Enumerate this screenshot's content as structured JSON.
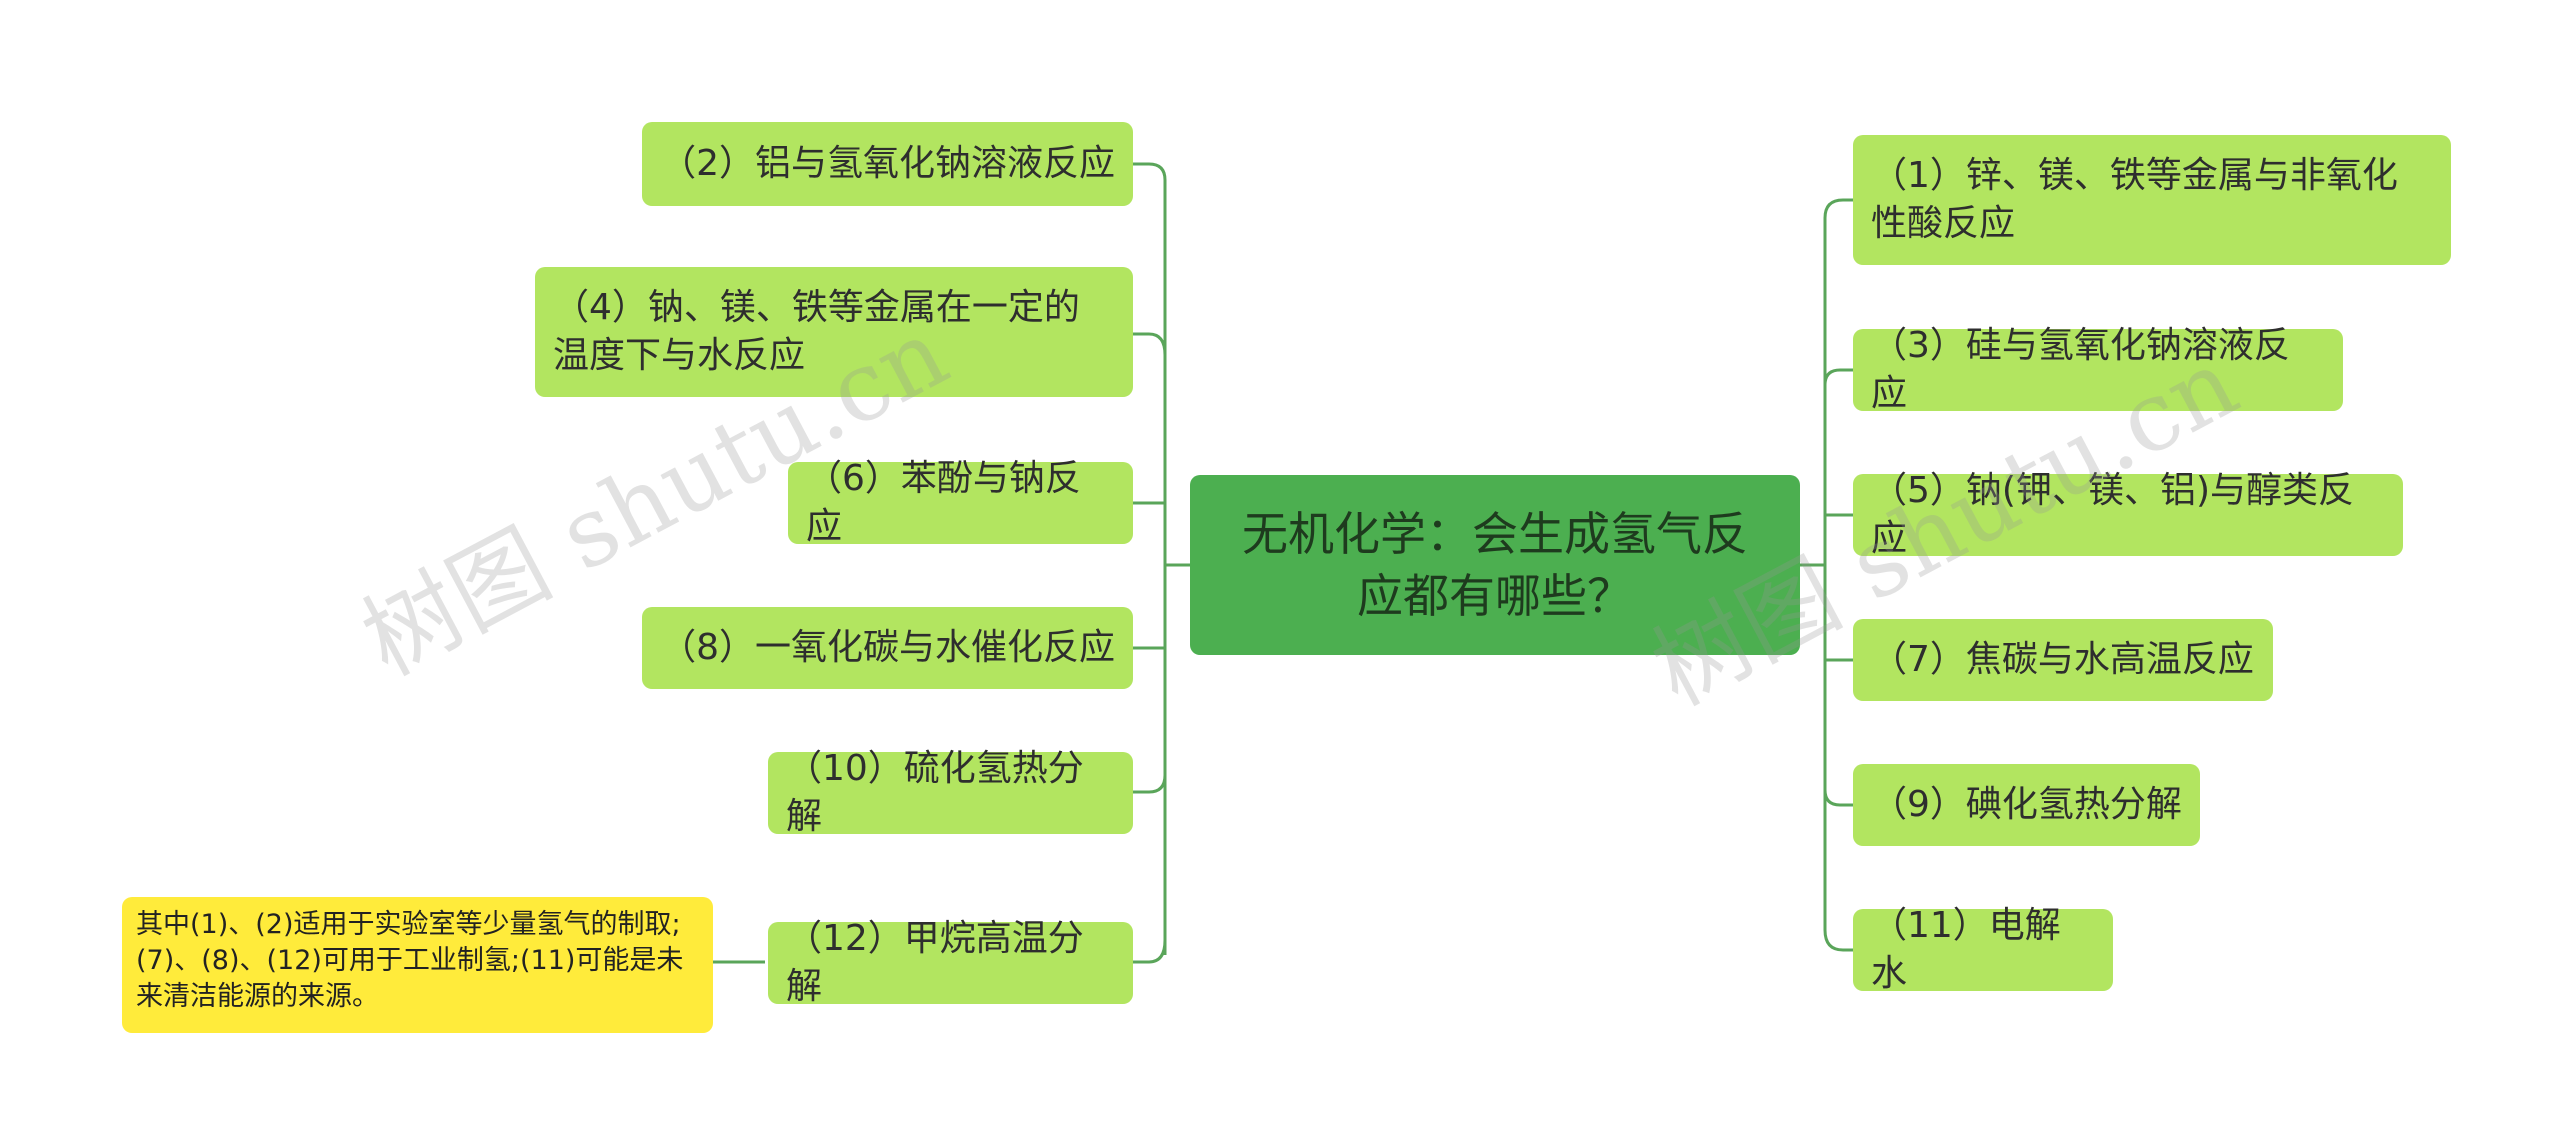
{
  "root": {
    "text": "无机化学：会生成氢气反应都有哪些？"
  },
  "left_branches": [
    {
      "text": "（2）铝与氢氧化钠溶液反应"
    },
    {
      "text": "（4）钠、镁、铁等金属在一定的温度下与水反应"
    },
    {
      "text": "（6）苯酚与钠反应"
    },
    {
      "text": "（8）一氧化碳与水催化反应"
    },
    {
      "text": "（10）硫化氢热分解"
    },
    {
      "text": "（12）甲烷高温分解"
    }
  ],
  "right_branches": [
    {
      "text": "（1）锌、镁、铁等金属与非氧化性酸反应"
    },
    {
      "text": "（3）硅与氢氧化钠溶液反应"
    },
    {
      "text": "（5）钠(钾、镁、铝)与醇类反应"
    },
    {
      "text": "（7）焦碳与水高温反应"
    },
    {
      "text": "（9）碘化氢热分解"
    },
    {
      "text": "（11）电解水"
    }
  ],
  "note": {
    "text": "其中(1)、(2)适用于实验室等少量氢气的制取;(7)、(8)、(12)可用于工业制氢;(11)可能是未来清洁能源的来源。"
  },
  "watermarks": [
    "树图 shutu.cn",
    "树图 shutu.cn"
  ],
  "colors": {
    "root_fill": "#4caf50",
    "branch_fill": "#b2e560",
    "note_fill": "#ffeb3b",
    "connector": "#5aa55a"
  }
}
